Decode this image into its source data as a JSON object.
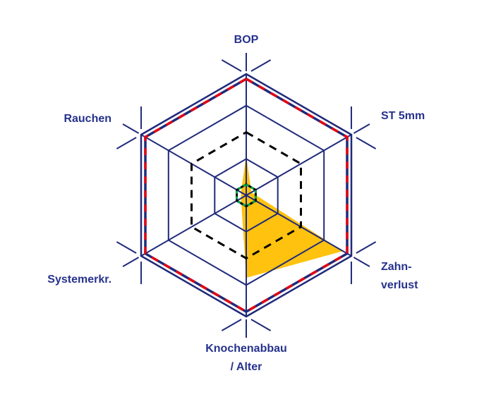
{
  "chart_data": {
    "type": "radar",
    "title": "",
    "axes": [
      {
        "id": "bop",
        "label_lines": [
          "BOP"
        ]
      },
      {
        "id": "st-5mm",
        "label_lines": [
          "ST 5mm"
        ]
      },
      {
        "id": "zahnverlust",
        "label_lines": [
          "Zahn-",
          "verlust"
        ]
      },
      {
        "id": "knochenabbau",
        "label_lines": [
          "Knochenabbau",
          "/ Alter"
        ]
      },
      {
        "id": "systemerkr",
        "label_lines": [
          "Systemerkr."
        ]
      },
      {
        "id": "rauchen",
        "label_lines": [
          "Rauchen"
        ]
      }
    ],
    "value_unit": "fraction_of_outer_ring",
    "axis_range": [
      0,
      1
    ],
    "grid": {
      "solid_rings": [
        1.0,
        0.74,
        0.3
      ],
      "reference_rings": [
        {
          "name": "high-risk-boundary",
          "radius": 0.96,
          "style": "dashed-red-over-navy"
        },
        {
          "name": "low-risk-boundary",
          "radius": 0.52,
          "style": "dashed-black"
        },
        {
          "name": "center-hexagon",
          "radius": 0.09,
          "style": "dashed-green-over-black"
        }
      ],
      "spokes": true,
      "vertex_tick_marks": true
    },
    "series": [
      {
        "name": "risk-profile",
        "fill": "#FFC20E",
        "values": [
          0.33,
          0.05,
          0.92,
          0.68,
          0.05,
          0.05
        ]
      }
    ],
    "colors": {
      "axis_line": "#1f2a7a",
      "label_text": "#26328C",
      "dash_red": "#E30613",
      "dash_black": "#000000",
      "dash_green": "#00A651",
      "profile_fill": "#FFC20E",
      "background": "#ffffff"
    }
  }
}
